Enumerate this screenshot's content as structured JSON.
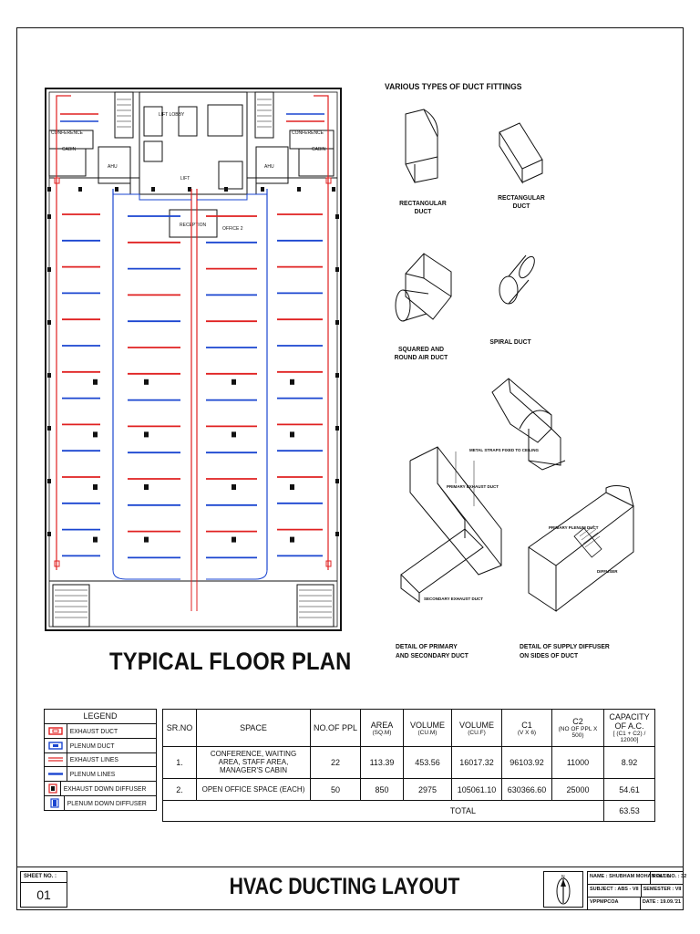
{
  "plan": {
    "title": "TYPICAL FLOOR PLAN",
    "rooms": {
      "conference": "CONFERENCE",
      "cabin": "CABIN",
      "ahu": "AHU",
      "lift_lobby": "LIFT LOBBY",
      "lift": "LIFT",
      "reception": "RECEPTION",
      "office2": "OFFICE 2"
    }
  },
  "fittings": {
    "title": "VARIOUS TYPES OF DUCT FITTINGS",
    "items": {
      "rect1": "RECTANGULAR DUCT",
      "rect2": "RECTANGULAR DUCT",
      "squared": "SQUARED AND ROUND AIR DUCT",
      "spiral": "SPIRAL DUCT",
      "detail_primary": "DETAIL OF PRIMARY AND SECONDARY DUCT",
      "detail_supply": "DETAIL OF SUPPLY DIFFUSER ON SIDES OF DUCT"
    },
    "callouts": {
      "metal_straps": "METAL STRAPS FIXED TO CEILING",
      "primary_exhaust": "PRIMARY EXHAUST DUCT",
      "secondary_exhaust": "SECONDARY EXHAUST DUCT",
      "primary_plenum": "PRIMARY PLENUM DUCT",
      "diffuser": "DIFFUSER"
    }
  },
  "legend": {
    "title": "LEGEND",
    "items": [
      {
        "label": "EXHAUST DUCT",
        "symbol": "exhaust-duct-icon",
        "color": "#e02020"
      },
      {
        "label": "PLENUM DUCT",
        "symbol": "plenum-duct-icon",
        "color": "#1a45d0"
      },
      {
        "label": "EXHAUST LINES",
        "symbol": "exhaust-lines-icon",
        "color": "#e02020"
      },
      {
        "label": "PLENUM LINES",
        "symbol": "plenum-lines-icon",
        "color": "#1a45d0"
      },
      {
        "label": "EXHAUST DOWN DIFFUSER",
        "symbol": "exhaust-diffuser-icon",
        "color": "#e02020"
      },
      {
        "label": "PLENUM DOWN DIFFUSER",
        "symbol": "plenum-diffuser-icon",
        "color": "#1a45d0"
      }
    ]
  },
  "table": {
    "headers": {
      "srno": "SR.NO",
      "space": "SPACE",
      "noppl": "NO.OF PPL",
      "area": "AREA",
      "area_unit": "(SQ.M)",
      "vol_cum": "VOLUME",
      "vol_cum_unit": "(CU.M)",
      "vol_cuf": "VOLUME",
      "vol_cuf_unit": "(CU.F)",
      "c1": "C1",
      "c1_unit": "(V X 6)",
      "c2": "C2",
      "c2_unit": "(NO OF PPL X 500)",
      "cap": "CAPACITY OF A.C.",
      "cap_unit": "[ (C1 + C2) / 12000]"
    },
    "rows": [
      {
        "srno": "1.",
        "space": "CONFERENCE, WAITING AREA, STAFF AREA, MANAGER'S CABIN",
        "ppl": "22",
        "area": "113.39",
        "vol_cum": "453.56",
        "vol_cuf": "16017.32",
        "c1": "96103.92",
        "c2": "11000",
        "cap": "8.92"
      },
      {
        "srno": "2.",
        "space": "OPEN OFFICE SPACE (EACH)",
        "ppl": "50",
        "area": "850",
        "vol_cum": "2975",
        "vol_cuf": "105061.10",
        "c1": "630366.60",
        "c2": "25000",
        "cap": "54.61"
      }
    ],
    "total_label": "TOTAL",
    "total_value": "63.53"
  },
  "titleblock": {
    "sheet_label": "SHEET NO. :",
    "sheet_no": "01",
    "title": "HVAC DUCTING LAYOUT",
    "north": "N",
    "name": "NAME : SHUBHAM MOHAN PATIL",
    "roll": "ROLL NO. : 32",
    "subject": "SUBJECT : ABS - VII",
    "semester": "SEMESTER : VII",
    "college": "VPPMPCOA",
    "date": "DATE : 19.09.'21"
  }
}
